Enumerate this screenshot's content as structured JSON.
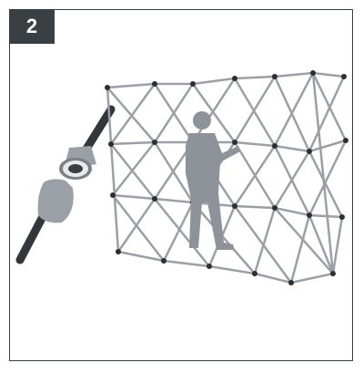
{
  "step": {
    "number": "2"
  },
  "illustration": {
    "icons": [
      "connector-cap-icon",
      "connector-plug-icon",
      "frame-grid",
      "person-silhouette"
    ]
  },
  "colors": {
    "border": "#3a3f44",
    "badge_bg": "#3a3f44",
    "badge_text": "#ffffff",
    "frame_rods": "#9aa0a6",
    "frame_joints": "#2b2f33",
    "person": "#8d9399",
    "pole": "#32373b"
  }
}
